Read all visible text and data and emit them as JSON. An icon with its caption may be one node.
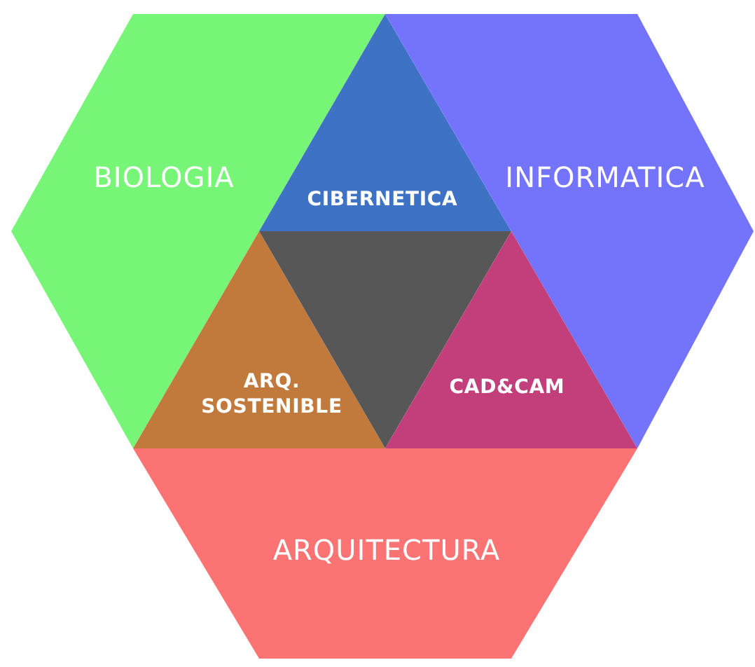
{
  "diagram": {
    "nodes": [
      {
        "text": [
          "BIOLOGIA"
        ]
      },
      {
        "text": [
          "CIBERNETICA"
        ]
      },
      {
        "text": [
          "INFORMATICA"
        ]
      },
      {
        "text": [
          "ARQ. SOSTENIBLE"
        ]
      },
      {
        "text": [],
        "shape": "triangle"
      },
      {
        "text": [
          "CAD&CAM"
        ]
      },
      {
        "text": [
          "ARQUITECTURA"
        ]
      }
    ]
  }
}
